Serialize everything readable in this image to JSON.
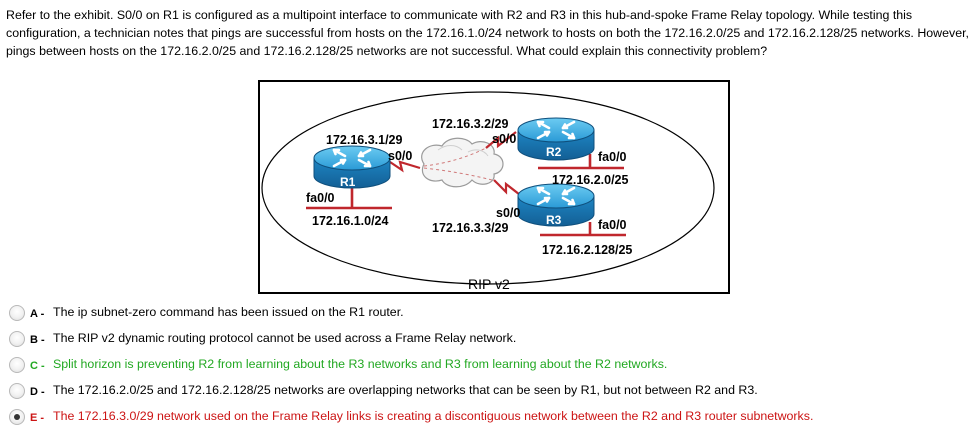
{
  "question": "Refer to the exhibit. S0/0 on R1 is configured as a multipoint interface to communicate with R2 and R3 in this hub-and-spoke Frame Relay topology. While testing this configuration, a technician notes that pings are successful from hosts on the 172.16.1.0/24 network to hosts on both the 172.16.2.0/25 and 172.16.2.128/25 networks. However, pings between hosts on the 172.16.2.0/25 and 172.16.2.128/25 networks are not successful. What could explain this connectivity problem?",
  "exhibit": {
    "r1": {
      "name": "R1",
      "serial_ip": "172.16.3.1/29",
      "serial_if": "s0/0",
      "lan_if": "fa0/0",
      "lan_net": "172.16.1.0/24"
    },
    "r2": {
      "name": "R2",
      "serial_ip": "172.16.3.2/29",
      "serial_if": "s0/0",
      "lan_if": "fa0/0",
      "lan_net": "172.16.2.0/25"
    },
    "r3": {
      "name": "R3",
      "serial_ip": "172.16.3.3/29",
      "serial_if": "s0/0",
      "lan_if": "fa0/0",
      "lan_net": "172.16.2.128/25"
    },
    "protocol": "RIP v2"
  },
  "options": [
    {
      "letter": "A",
      "text": "The ip subnet-zero command has been issued on the R1 router.",
      "state": "normal",
      "selected": false
    },
    {
      "letter": "B",
      "text": "The RIP v2 dynamic routing protocol cannot be used across a Frame Relay network.",
      "state": "normal",
      "selected": false
    },
    {
      "letter": "C",
      "text": "Split horizon is preventing R2 from learning about the R3 networks and R3 from learning about the R2 networks.",
      "state": "correct",
      "selected": false
    },
    {
      "letter": "D",
      "text": "The 172.16.2.0/25 and 172.16.2.128/25 networks are overlapping networks that can be seen by R1, but not between R2 and R3.",
      "state": "normal",
      "selected": false
    },
    {
      "letter": "E",
      "text": "The 172.16.3.0/29 network used on the Frame Relay links is creating a discontiguous network between the R2 and R3 router subnetworks.",
      "state": "wrong",
      "selected": true
    }
  ],
  "colors": {
    "correct": "#22a822",
    "wrong": "#cc1414",
    "router": "#1f8fd0",
    "link": "#c0272d"
  },
  "icons": {
    "router": "router-icon",
    "cloud": "frame-relay-cloud-icon",
    "radio": "radio-button-icon"
  }
}
